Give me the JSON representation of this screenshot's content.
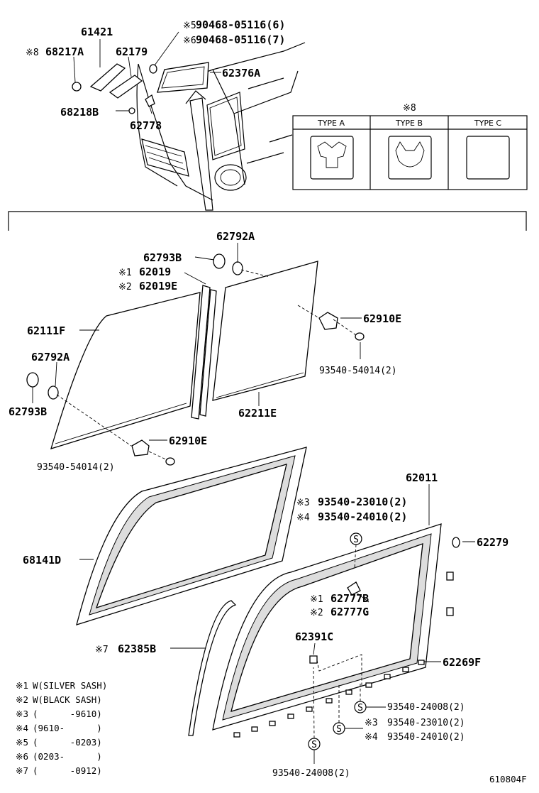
{
  "top": {
    "part_61421": "61421",
    "part_68217A": "68217A",
    "mark_8": "※8",
    "part_62179": "62179",
    "part_68218B": "68218B",
    "part_62778": "62778",
    "part_62376A": "62376A",
    "bolt_5_mark": "※5",
    "bolt_5": "90468-05116(6)",
    "bolt_6_mark": "※6",
    "bolt_6": "90468-05116(7)"
  },
  "type_table": {
    "mark": "※8",
    "headers": [
      "TYPE A",
      "TYPE B",
      "TYPE C"
    ]
  },
  "middle": {
    "part_62792A_top": "62792A",
    "part_62793B_top": "62793B",
    "mark_1": "※1",
    "part_62019": "62019",
    "mark_2": "※2",
    "part_62019E": "62019E",
    "part_62111F": "62111F",
    "part_62910E_right": "62910E",
    "screw_right": "93540-54014(2)",
    "part_62792A_left": "62792A",
    "part_62793B_left": "62793B",
    "part_62211E": "62211E",
    "part_62910E_left": "62910E",
    "screw_left": "93540-54014(2)"
  },
  "bottom": {
    "part_62011": "62011",
    "mark_3": "※3",
    "screw_3": "93540-23010(2)",
    "mark_4": "※4",
    "screw_4": "93540-24010(2)",
    "part_68141D": "68141D",
    "part_62279": "62279",
    "mark_1b": "※1",
    "part_62777B": "62777B",
    "mark_2b": "※2",
    "part_62777G": "62777G",
    "mark_7": "※7",
    "part_62385B": "62385B",
    "part_62391C": "62391C",
    "part_62269F": "62269F",
    "screw_right_a": "93540-24008(2)",
    "mark_3b": "※3",
    "screw_right_b": "93540-23010(2)",
    "mark_4b": "※4",
    "screw_right_c": "93540-24010(2)",
    "screw_bottom": "93540-24008(2)",
    "s_symbol": "S"
  },
  "legend": [
    {
      "mark": "※1",
      "text": "W(SILVER SASH)"
    },
    {
      "mark": "※2",
      "text": "W(BLACK SASH)"
    },
    {
      "mark": "※3",
      "text": "(      -9610)"
    },
    {
      "mark": "※4",
      "text": "(9610-      )"
    },
    {
      "mark": "※5",
      "text": "(      -0203)"
    },
    {
      "mark": "※6",
      "text": "(0203-      )"
    },
    {
      "mark": "※7",
      "text": "(      -0912)"
    }
  ],
  "figure_code": "610804F"
}
